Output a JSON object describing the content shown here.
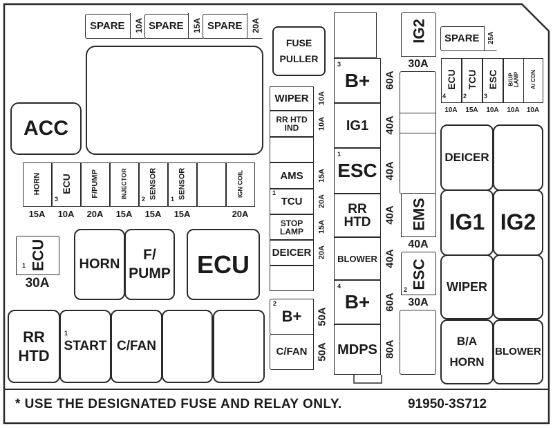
{
  "top_spares": [
    {
      "name": "SPARE",
      "amp": "10A"
    },
    {
      "name": "SPARE",
      "amp": "15A"
    },
    {
      "name": "SPARE",
      "amp": "20A"
    }
  ],
  "fuse_puller": {
    "line1": "FUSE",
    "line2": "PULLER"
  },
  "acc": "ACC",
  "left_fuses": [
    {
      "name": "HORN",
      "amp": "15A",
      "mark": ""
    },
    {
      "name": "ECU",
      "amp": "10A",
      "mark": "3"
    },
    {
      "name": "F/PUMP",
      "amp": "20A",
      "mark": ""
    },
    {
      "name": "INJECTOR",
      "amp": "15A",
      "mark": ""
    },
    {
      "name": "SENSOR",
      "amp": "15A",
      "mark": "2"
    },
    {
      "name": "SENSOR",
      "amp": "15A",
      "mark": "1"
    },
    {
      "name": "",
      "amp": "",
      "mark": ""
    },
    {
      "name": "IGN COIL",
      "amp": "20A",
      "mark": ""
    }
  ],
  "ecu_small": {
    "name": "ECU",
    "amp": "30A",
    "mark": "1"
  },
  "relays_mid": {
    "horn": "HORN",
    "fpump_line1": "F/",
    "fpump_line2": "PUMP",
    "ecu": "ECU"
  },
  "relays_bottom": {
    "rrhtd_line1": "RR",
    "rrhtd_line2": "HTD",
    "start": "START",
    "start_mark": "1",
    "cfan": "C/FAN"
  },
  "center_fuses": [
    {
      "line1": "WIPER",
      "line2": "",
      "amp": "10A",
      "mark": ""
    },
    {
      "line1": "RR HTD",
      "line2": "IND",
      "amp": "10A",
      "mark": ""
    },
    {
      "line1": "",
      "line2": "",
      "amp": "",
      "mark": ""
    },
    {
      "line1": "AMS",
      "line2": "",
      "amp": "15A",
      "mark": ""
    },
    {
      "line1": "TCU",
      "line2": "",
      "amp": "20A",
      "mark": "1"
    },
    {
      "line1": "STOP",
      "line2": "LAMP",
      "amp": "15A",
      "mark": ""
    },
    {
      "line1": "DEICER",
      "line2": "",
      "amp": "20A",
      "mark": ""
    },
    {
      "line1": "",
      "line2": "",
      "amp": "",
      "mark": ""
    }
  ],
  "center_lower": [
    {
      "name": "B+",
      "amp": "50A",
      "mark": "2"
    },
    {
      "name": "C/FAN",
      "amp": "50A",
      "mark": ""
    }
  ],
  "main_fuses": [
    {
      "name": "",
      "amp": "",
      "mark": ""
    },
    {
      "name": "B+",
      "amp": "60A",
      "mark": "3"
    },
    {
      "name": "IG1",
      "amp": "40A",
      "mark": ""
    },
    {
      "name": "ESC",
      "amp": "40A",
      "mark": "1"
    },
    {
      "name": "RR HTD",
      "amp": "40A",
      "mark": ""
    },
    {
      "name": "BLOWER",
      "amp": "40A",
      "mark": ""
    },
    {
      "name": "B+",
      "amp": "60A",
      "mark": "4"
    },
    {
      "name": "MDPS",
      "amp": "80A",
      "mark": ""
    }
  ],
  "right_col": {
    "ig2": {
      "name": "IG2",
      "amp": "30A"
    },
    "ems": {
      "name": "EMS",
      "amp": "40A"
    },
    "esc": {
      "name": "ESC",
      "amp": "30A",
      "mark": "2"
    }
  },
  "spare_right": {
    "name": "SPARE",
    "amp": "25A"
  },
  "right_fuses": [
    {
      "name": "ECU",
      "amp": "10A",
      "mark": "4"
    },
    {
      "name": "TCU",
      "amp": "15A",
      "mark": "2"
    },
    {
      "name": "ESC",
      "amp": "10A",
      "mark": "3"
    },
    {
      "name": "B/UP LAMP",
      "amp": "10A",
      "mark": ""
    },
    {
      "name": "A/ CON",
      "amp": "10A",
      "mark": ""
    }
  ],
  "right_relays": {
    "deicer": "DEICER",
    "ig1": "IG1",
    "ig2": "IG2",
    "wiper": "WIPER",
    "ba": "B/A",
    "horn": "HORN",
    "blower": "BLOWER"
  },
  "footer": {
    "note": "* USE THE DESIGNATED FUSE AND RELAY ONLY.",
    "part_no": "91950-3S712"
  }
}
